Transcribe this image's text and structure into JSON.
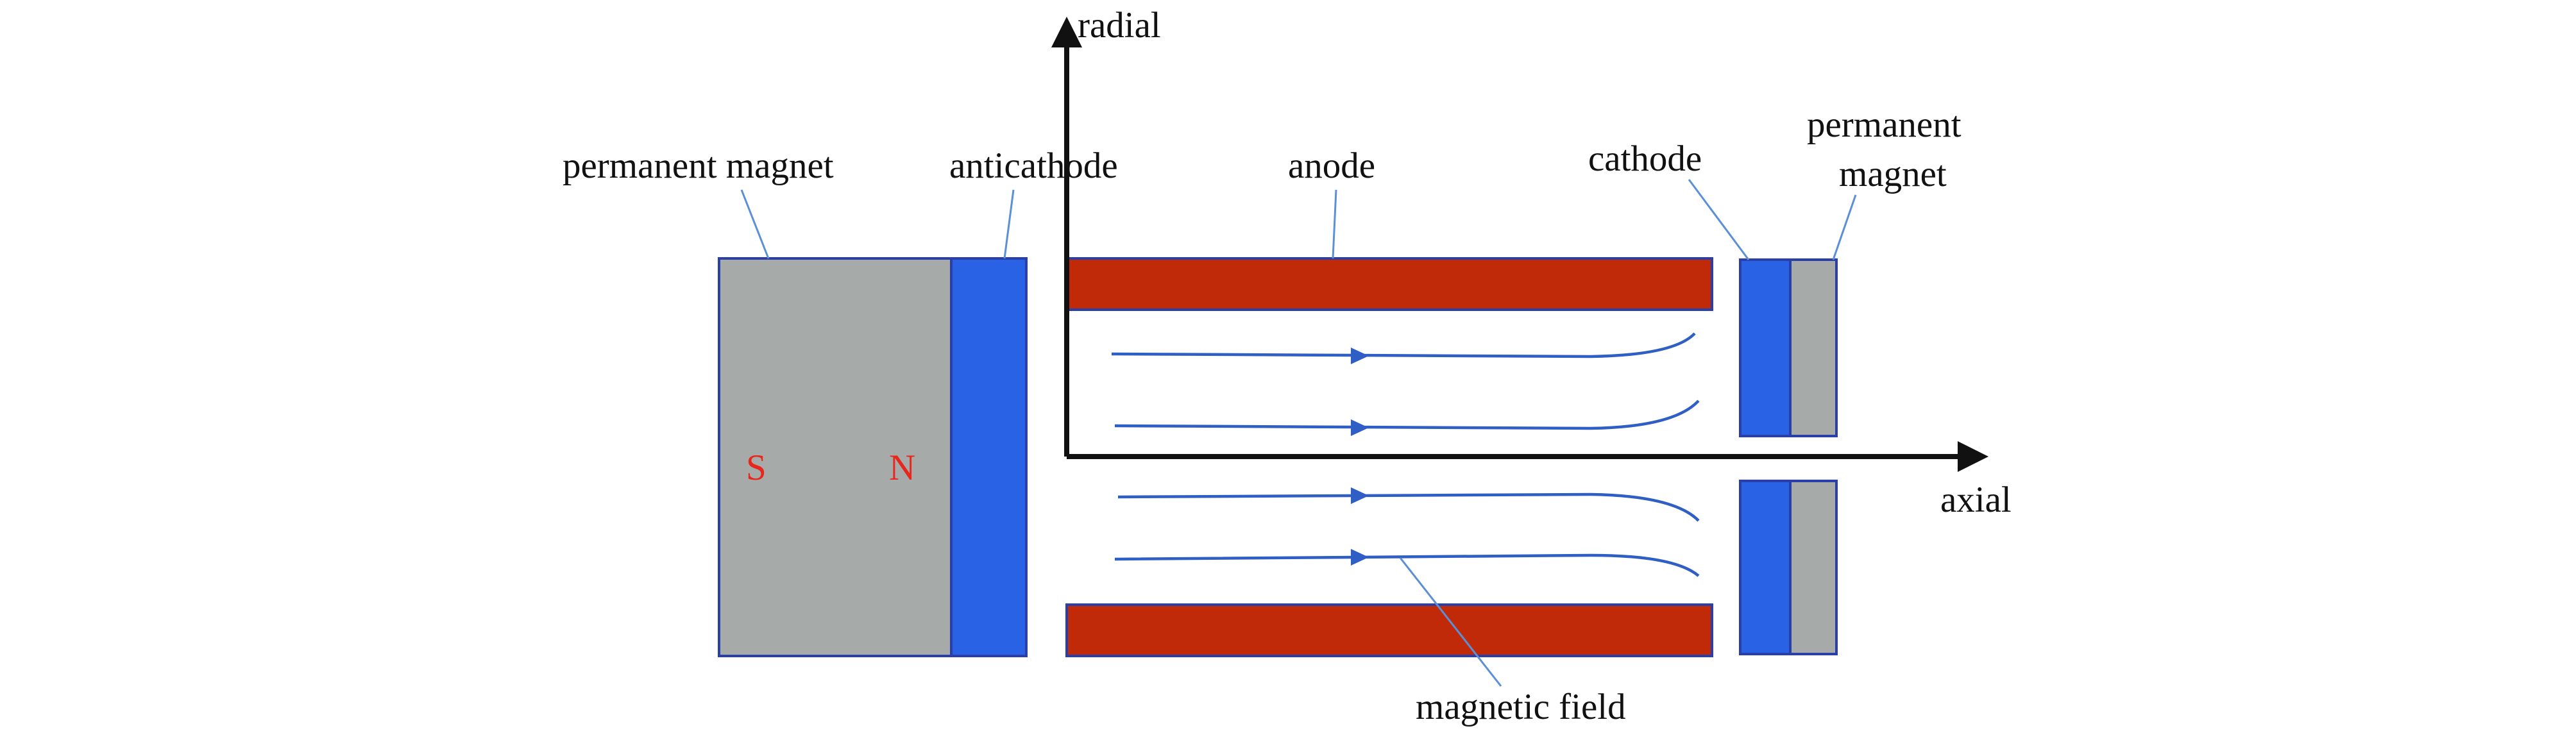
{
  "colors": {
    "magnet": "#a6aaa8",
    "electrode": "#2a62e6",
    "anode": "#c12a08",
    "pole_label": "#e8261c",
    "field_line": "#2f5fc4"
  },
  "labels": {
    "radial": "radial",
    "axial": "axial",
    "permanent_magnet_left": "permanent magnet",
    "anticathode": "anticathode",
    "anode": "anode",
    "cathode": "cathode",
    "permanent_magnet_right_line1": "permanent",
    "permanent_magnet_right_line2": "magnet",
    "magnetic_field": "magnetic field",
    "south_pole": "S",
    "north_pole": "N"
  }
}
